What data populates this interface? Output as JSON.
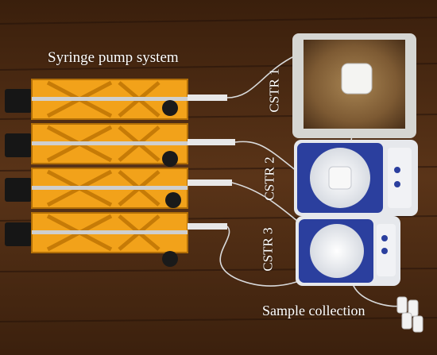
{
  "labels": {
    "syringe_pump_system": "Syringe pump system",
    "cstr_1": "CSTR 1",
    "cstr_2": "CSTR 2",
    "cstr_3": "CSTR 3",
    "sample_collection": "Sample collection"
  },
  "colors": {
    "wood_dark": "#2a1608",
    "wood_mid": "#5a3418",
    "pump_orange": "#f2a21a",
    "stirrer_blue": "#2b3f9e",
    "stirrer_body": "#e6e8ec",
    "hotplate_top": "#8a6a3e",
    "label_text": "#ffffff"
  }
}
